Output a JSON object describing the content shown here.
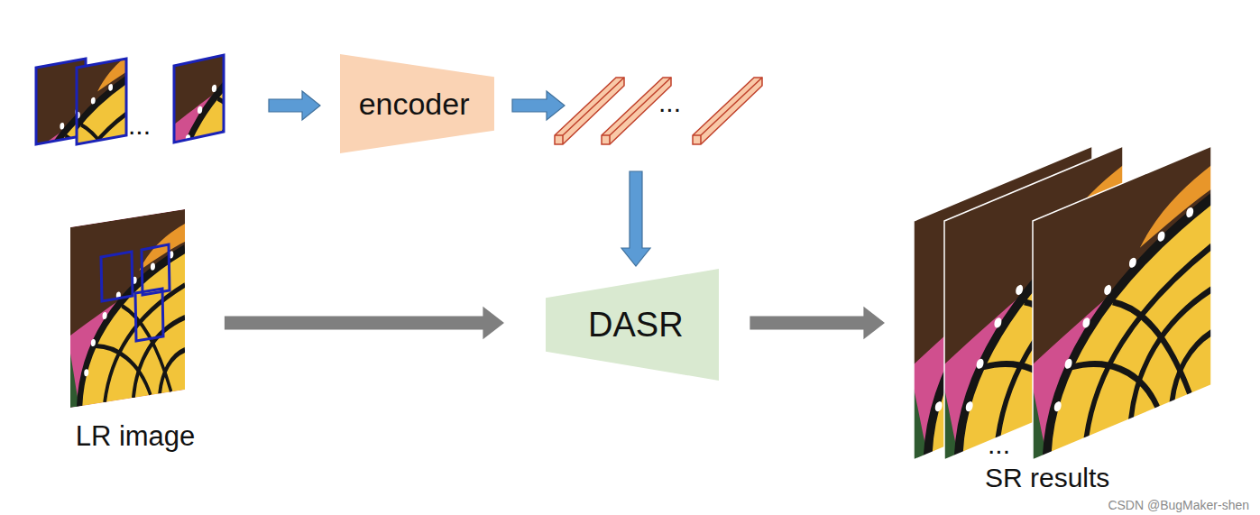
{
  "diagram": {
    "nodes": [
      {
        "text": [
          "..."
        ]
      },
      {
        "text": [
          "encoder"
        ]
      },
      {
        "text": [
          "..."
        ]
      },
      {
        "text": [
          "LR image"
        ]
      },
      {
        "text": [
          "DASR"
        ]
      },
      {
        "text": [
          "...",
          "SR results"
        ]
      }
    ],
    "edges": [
      {
        "from": 0,
        "to": 1,
        "arrow": "to"
      },
      {
        "from": 1,
        "to": 2,
        "arrow": "to"
      },
      {
        "from": 2,
        "to": 4,
        "arrow": "to"
      },
      {
        "from": 3,
        "to": 4,
        "arrow": "to"
      },
      {
        "from": 4,
        "to": 5,
        "arrow": "to"
      }
    ],
    "labels": [
      "CSDN @BugMaker-shen"
    ]
  }
}
